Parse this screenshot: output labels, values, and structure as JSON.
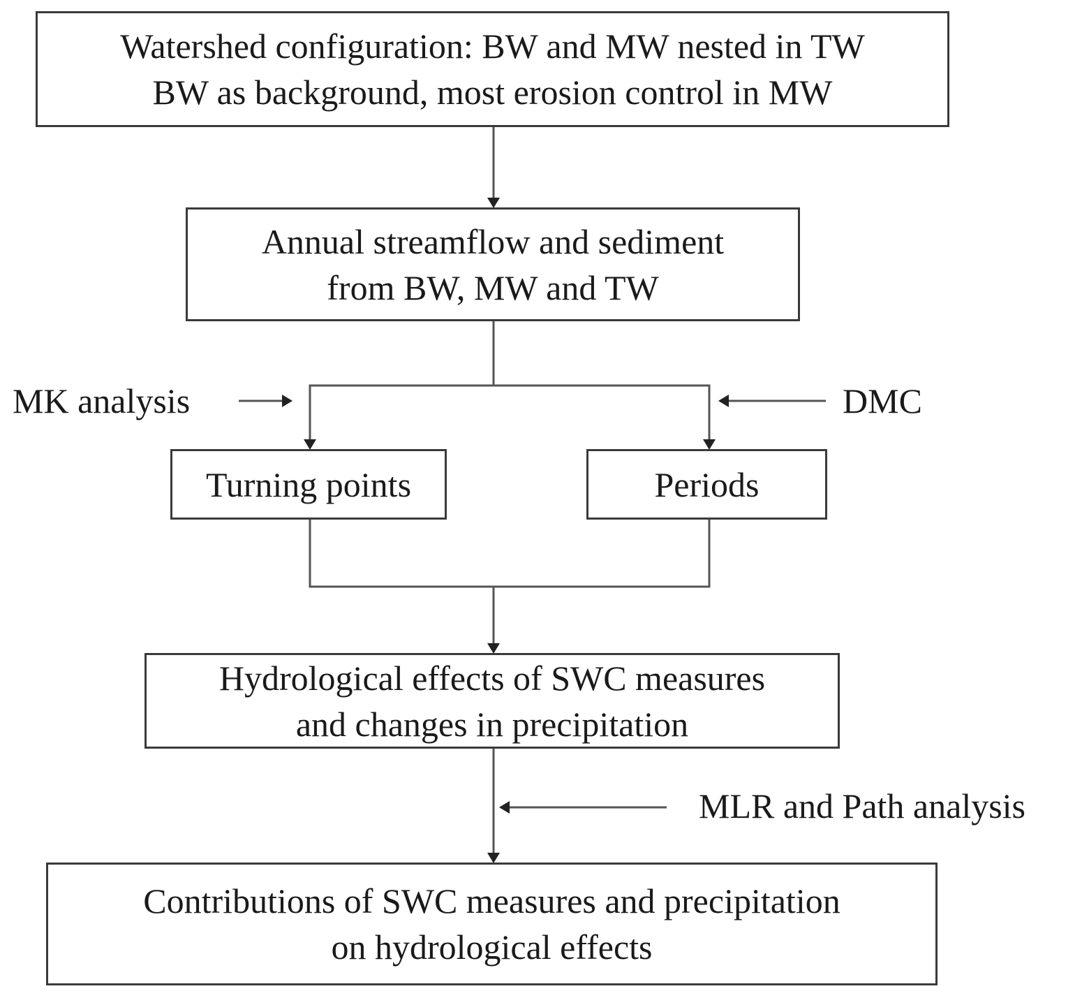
{
  "boxes": {
    "watershed": {
      "line1": "Watershed configuration: BW and MW nested in TW",
      "line2": "BW as background, most erosion control in MW"
    },
    "annual": {
      "line1": "Annual streamflow and sediment",
      "line2": "from BW, MW and TW"
    },
    "turning": {
      "line1": "Turning points"
    },
    "periods": {
      "line1": "Periods"
    },
    "hydro": {
      "line1": "Hydrological effects of SWC measures",
      "line2": "and changes in precipitation"
    },
    "contrib": {
      "line1": "Contributions of SWC measures and precipitation",
      "line2": "on hydrological effects"
    }
  },
  "labels": {
    "mk": "MK analysis",
    "dmc": "DMC",
    "mlr": "MLR and Path analysis"
  },
  "colors": {
    "line": "#555555",
    "border": "#3a3a3a"
  }
}
